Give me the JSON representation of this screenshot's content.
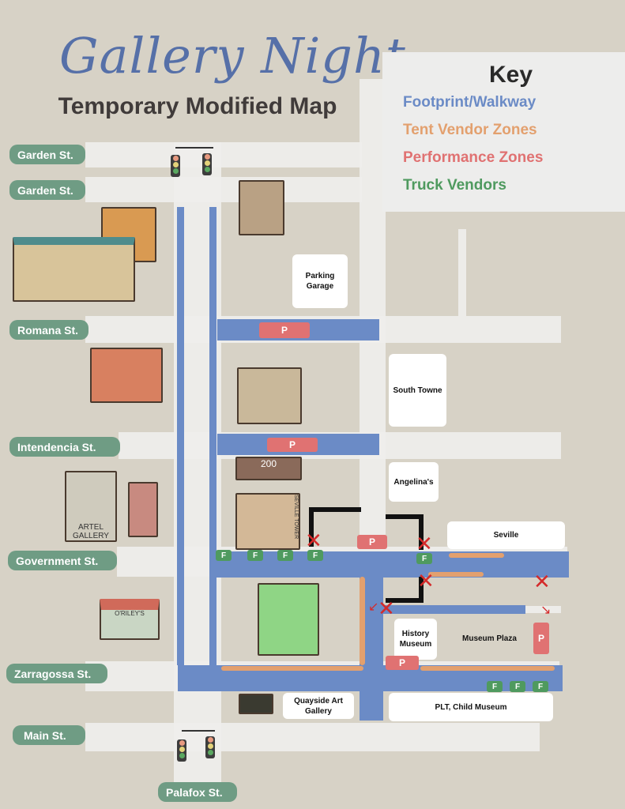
{
  "title": {
    "script": "Gallery Night",
    "subtitle": "Temporary Modified Map"
  },
  "key": {
    "heading": "Key",
    "items": [
      {
        "label": "Footprint/Walkway",
        "color": "#6b8bc6"
      },
      {
        "label": "Tent Vendor Zones",
        "color": "#e3a06e"
      },
      {
        "label": "Performance Zones",
        "color": "#e07272"
      },
      {
        "label": "Truck Vendors",
        "color": "#4f9a5f"
      }
    ]
  },
  "streets": [
    "Garden St.",
    "Garden St.",
    "Romana St.",
    "Intendencia St.",
    "Government St.",
    "Zarragossa St.",
    "Main St.",
    "Palafox St."
  ],
  "places": {
    "parking_garage": "Parking Garage",
    "south_towne": "South Towne",
    "angelinas": "Angelina's",
    "seville": "Seville",
    "history_museum": "History Museum",
    "museum_plaza": "Museum Plaza",
    "plt": "PLT, Child Museum",
    "quayside": "Quayside Art Gallery"
  },
  "markers": {
    "performance": "P",
    "truck": "F",
    "closed": "✕"
  },
  "illustrations": {
    "two_hundred": "200",
    "artel": "ARTEL GALLERY",
    "orileys": "O'RILEY'S",
    "seville_tower": "SEVILLE TOWER"
  }
}
